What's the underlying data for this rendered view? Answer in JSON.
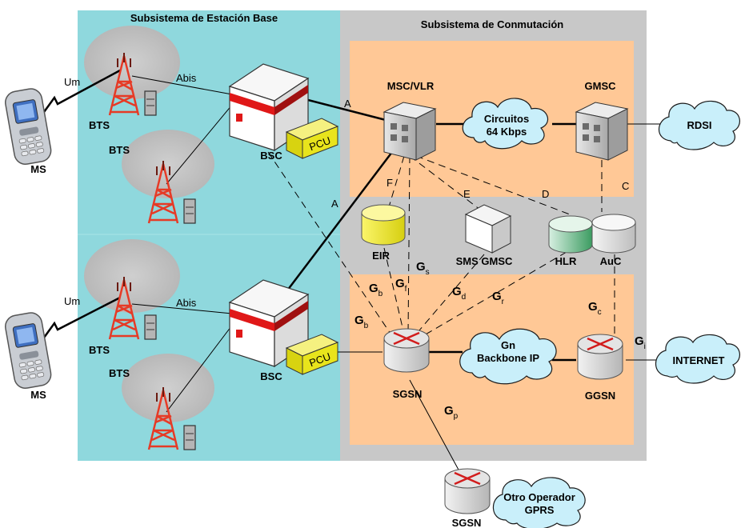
{
  "sections": {
    "bss": "Subsistema de Estación Base",
    "nss": "Subsistema de Conmutación"
  },
  "devices": {
    "ms_top": "MS",
    "ms_bottom": "MS",
    "bts_1": "BTS",
    "bts_2": "BTS",
    "bts_3": "BTS",
    "bts_4": "BTS",
    "bsc_top": "BSC",
    "bsc_bottom": "BSC",
    "pcu_top": "PCU",
    "pcu_bottom": "PCU",
    "msc_vlr": "MSC/VLR",
    "gmsc": "GMSC",
    "eir": "EIR",
    "sms_gmsc": "SMS GMSC",
    "hlr": "HLR",
    "auc": "AuC",
    "sgsn": "SGSN",
    "ggsn": "GGSN",
    "sgsn_other": "SGSN"
  },
  "clouds": {
    "circuitos_line1": "Circuitos",
    "circuitos_line2": "64 Kbps",
    "rdsi": "RDSI",
    "gn_line1": "Gn",
    "gn_line2": "Backbone IP",
    "internet": "INTERNET",
    "otro_line1": "Otro Operador",
    "otro_line2": "GPRS"
  },
  "interfaces": {
    "um_top": "Um",
    "um_bottom": "Um",
    "abis_top": "Abis",
    "abis_bottom": "Abis",
    "a_top": "A",
    "a_dashed": "A",
    "f": "F",
    "e": "E",
    "d": "D",
    "c": "C"
  },
  "gprs_interfaces": [
    {
      "main": "G",
      "sub": "s"
    },
    {
      "main": "G",
      "sub": "f"
    },
    {
      "main": "G",
      "sub": "b"
    },
    {
      "main": "G",
      "sub": "b"
    },
    {
      "main": "G",
      "sub": "d"
    },
    {
      "main": "G",
      "sub": "r"
    },
    {
      "main": "G",
      "sub": "c"
    },
    {
      "main": "G",
      "sub": "i"
    },
    {
      "main": "G",
      "sub": "p"
    }
  ],
  "colors": {
    "bss_bg": "#8fd8dd",
    "nss_bg": "#c8c8c8",
    "nss_inner": "#ffc896",
    "cloud": "#c9effa",
    "tower": "#e63a26",
    "pcu": "#e8e41c",
    "bsc_stripe": "#e01818"
  }
}
